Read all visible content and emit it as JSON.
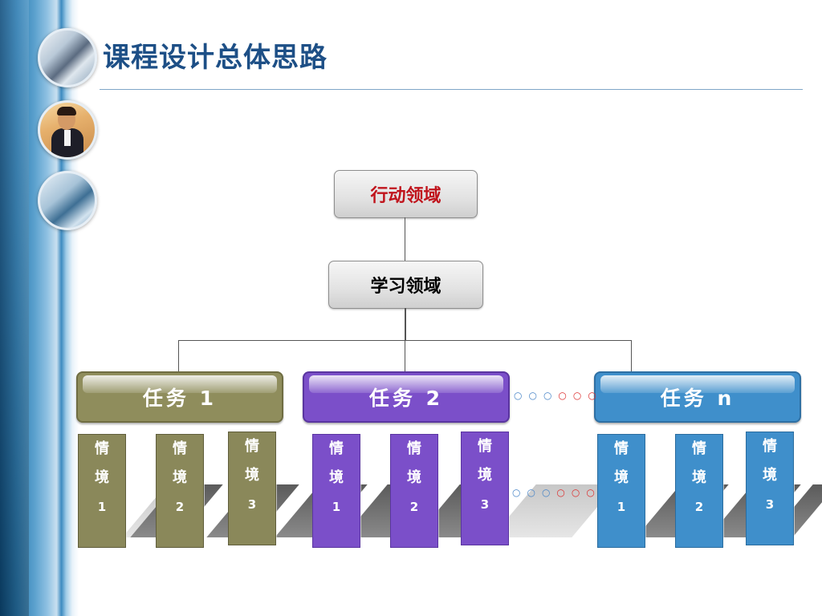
{
  "slide": {
    "title": "课程设计总体思路"
  },
  "hierarchy": {
    "top": "行动领域",
    "middle": "学习领域"
  },
  "tasks": [
    {
      "label": "任务",
      "num": "1",
      "color": "#8f8d5c",
      "situations": [
        {
          "ch1": "情",
          "ch2": "境",
          "num": "1"
        },
        {
          "ch1": "情",
          "ch2": "境",
          "num": "2"
        },
        {
          "ch1": "情",
          "ch2": "境",
          "num": "3"
        }
      ]
    },
    {
      "label": "任务",
      "num": "2",
      "color": "#7b4fc9",
      "situations": [
        {
          "ch1": "情",
          "ch2": "境",
          "num": "1"
        },
        {
          "ch1": "情",
          "ch2": "境",
          "num": "2"
        },
        {
          "ch1": "情",
          "ch2": "境",
          "num": "3"
        }
      ]
    },
    {
      "label": "任务",
      "num": "n",
      "color": "#3f8fcb",
      "situations": [
        {
          "ch1": "情",
          "ch2": "境",
          "num": "1"
        },
        {
          "ch1": "情",
          "ch2": "境",
          "num": "2"
        },
        {
          "ch1": "情",
          "ch2": "境",
          "num": "3"
        }
      ]
    }
  ],
  "colors": {
    "title": "#1d4f86",
    "top_text": "#c0141c",
    "middle_text": "#000000"
  }
}
